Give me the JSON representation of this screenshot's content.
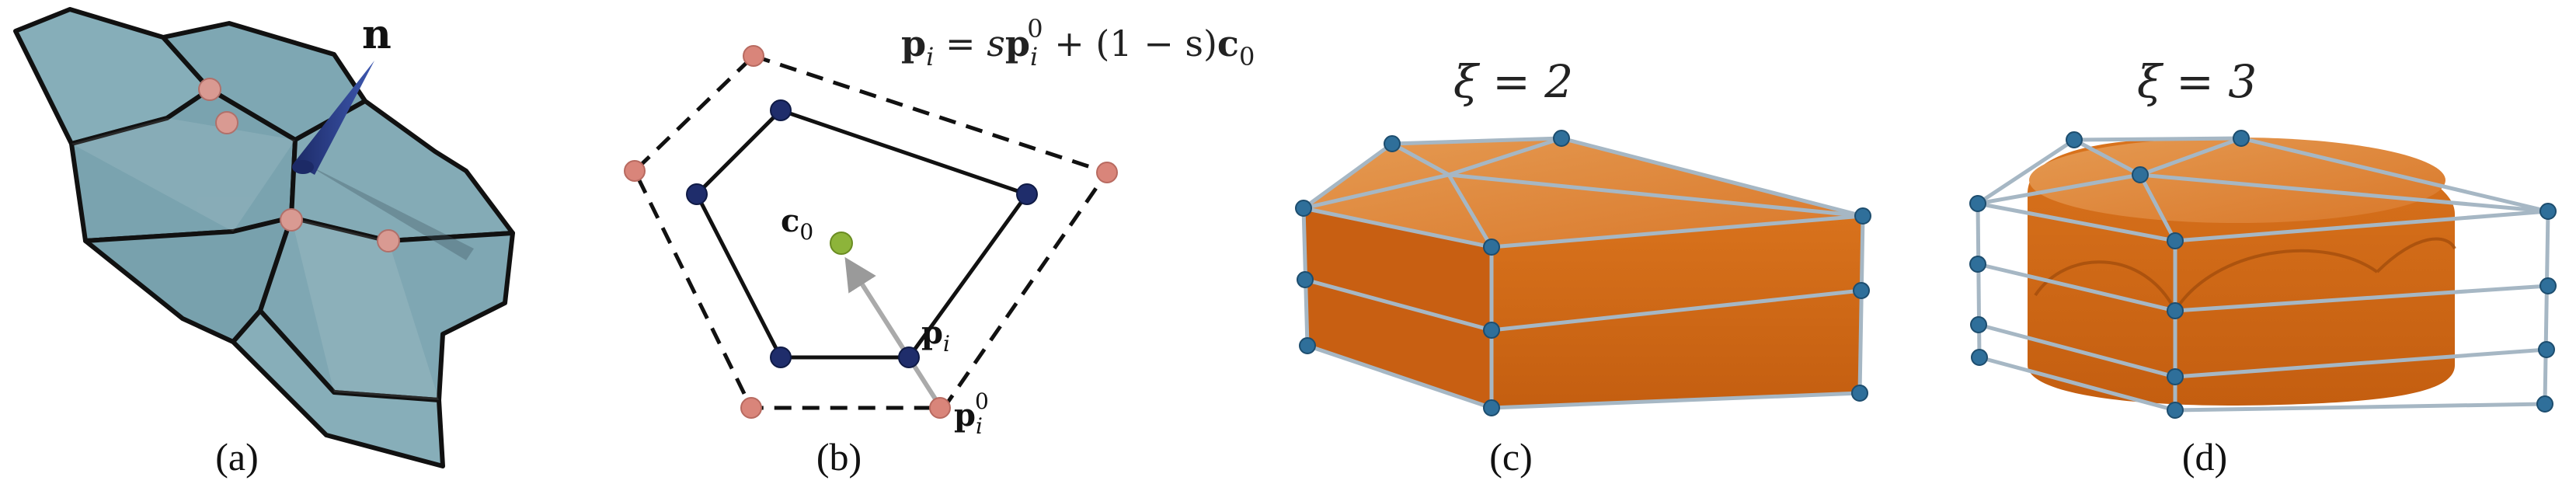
{
  "panel_a": {
    "caption": "(a)",
    "normal_label": "n",
    "colors": {
      "cell": "#7fa8b4",
      "edge": "#111111",
      "vertex": "#d99a92",
      "normal": "#2a3f8a"
    }
  },
  "panel_b": {
    "caption": "(b)",
    "formula": {
      "lhs": "p",
      "lhs_sub": "i",
      "eq": " = s",
      "p0": "p",
      "p0_sub": "i",
      "p0_sup": "0",
      "mid": " + (1 − s)",
      "c": "c",
      "c_sub": "0"
    },
    "c0_label": {
      "base": "c",
      "sub": "0"
    },
    "pi_label": {
      "base": "p",
      "sub": "i"
    },
    "pi0_label": {
      "base": "p",
      "sub": "i",
      "sup": "0"
    },
    "colors": {
      "outer_vertex": "#d9857a",
      "inner_vertex": "#1f2d6b",
      "center": "#8db43a",
      "arrow": "#aaaaaa"
    }
  },
  "panel_c": {
    "caption": "(c)",
    "title": "ξ = 2",
    "colors": {
      "body": "#d8701a",
      "top": "#e08a3a",
      "cage": "#9fb3c2",
      "node": "#2f6f9a"
    }
  },
  "panel_d": {
    "caption": "(d)",
    "title": "ξ = 3",
    "colors": {
      "body": "#d8701a",
      "top": "#e08a3a",
      "cage": "#9fb3c2",
      "node": "#2f6f9a"
    }
  }
}
